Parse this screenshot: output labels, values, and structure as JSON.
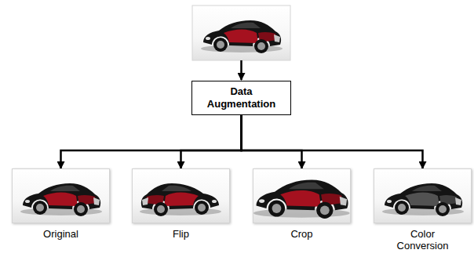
{
  "diagram": {
    "nodes": [
      {
        "text": [
          "Data Augmentation"
        ]
      },
      {
        "text": [
          "Original"
        ]
      },
      {
        "text": [
          "Flip"
        ]
      },
      {
        "text": [
          "Crop"
        ]
      },
      {
        "text": [
          "Color Conversion"
        ]
      }
    ],
    "edges": [
      {
        "from": 0,
        "to": 1,
        "arrow": "to"
      },
      {
        "from": 0,
        "to": 2,
        "arrow": "to"
      },
      {
        "from": 0,
        "to": 3,
        "arrow": "to"
      },
      {
        "from": 0,
        "to": 4,
        "arrow": "to"
      }
    ]
  }
}
